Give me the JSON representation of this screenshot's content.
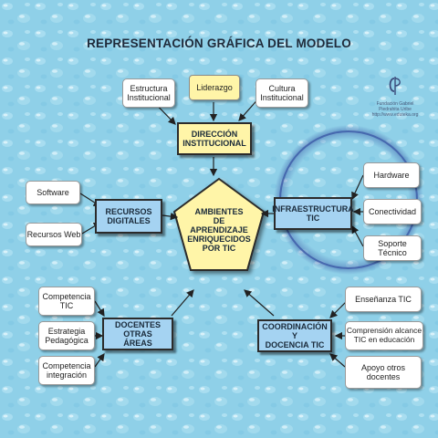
{
  "title": "REPRESENTACIÓN  GRÁFICA DEL MODELO",
  "center": [
    "AMBIENTES",
    "DE",
    "APRENDIZAJE",
    "ENRIQUECIDOS",
    "POR TIC"
  ],
  "top": {
    "estructura": [
      "Estructura",
      "Institucional"
    ],
    "liderazgo": "Liderazgo",
    "cultura": [
      "Cultura",
      "Institucional"
    ],
    "direccion": [
      "DIRECCIÓN",
      "INSTITUCIONAL"
    ]
  },
  "left": {
    "software": "Software",
    "recursos_web": "Recursos Web",
    "recursos_digitales": [
      "RECURSOS",
      "DIGITALES"
    ]
  },
  "right": {
    "infraestructura": [
      "INFRAESTRUCTURA",
      "TIC"
    ],
    "hardware": "Hardware",
    "conectividad": "Conectividad",
    "soporte": "Soporte Técnico"
  },
  "bottom_left": {
    "docentes": [
      "DOCENTES OTRAS",
      "ÁREAS"
    ],
    "competencia_tic": [
      "Competencia",
      "TIC"
    ],
    "estrategia": [
      "Estrategia",
      "Pedagógica"
    ],
    "competencia_integracion": [
      "Competencia",
      "integración"
    ]
  },
  "bottom_right": {
    "coordinacion": [
      "COORDINACIÓN Y",
      "DOCENCIA TIC"
    ],
    "ensenanza": "Enseñanza TIC",
    "comprension": [
      "Comprensión alcance",
      "TIC en educación"
    ],
    "apoyo": [
      "Apoyo otros",
      "docentes"
    ]
  },
  "logo": {
    "line1": "Fundación Gabriel",
    "line2": "Piedrahita Uribe",
    "line3": "http://www.eduteka.org"
  },
  "colors": {
    "background": "#8fd0e8",
    "blue_box": "#a5d3f2",
    "yellow_box": "#fff5a8",
    "ring": "#3c5aa6"
  }
}
